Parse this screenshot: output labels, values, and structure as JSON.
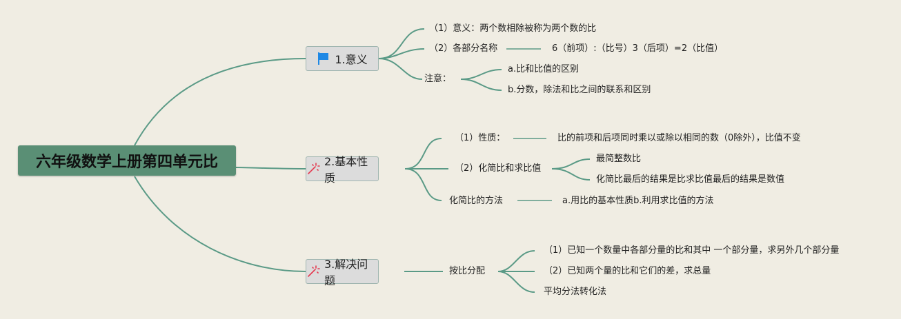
{
  "root": {
    "title": "六年级数学上册第四单元比"
  },
  "branches": [
    {
      "label": "1.意义",
      "icon": "flag-icon",
      "items": {
        "meaning": "（1）意义：两个数相除被称为两个数的比",
        "parts_name": "（2）各部分名称",
        "parts_detail": "6（前项）:（比号）3（后项）=2（比值）",
        "note": "注意：",
        "note_a": "a.比和比值的区别",
        "note_b": "b.分数，除法和比之间的联系和区别"
      }
    },
    {
      "label": "2.基本性质",
      "icon": "sparkle-icon",
      "items": {
        "property": "（1）性质：",
        "property_detail": "比的前项和后项同时乘以或除以相同的数（0除外），比值不变",
        "simplify": "（2）化简比和求比值",
        "simplify_a": "最简整数比",
        "simplify_b": "化简比最后的结果是比求比值最后的结果是数值",
        "method": "化简比的方法",
        "method_detail": "a.用比的基本性质b.利用求比值的方法"
      }
    },
    {
      "label": "3.解决问题",
      "icon": "sparkle-icon",
      "items": {
        "by_ratio": "按比分配",
        "case1": "（1）已知一个数量中各部分量的比和其中 一个部分量，求另外几个部分量",
        "case2": "（2）已知两个量的比和它们的差，求总量",
        "case3": "平均分法转化法"
      }
    }
  ],
  "colors": {
    "background": "#f0ede3",
    "root": "#5a8f75",
    "connector": "#5a9a86",
    "branch_bg": "#dcdcdc",
    "flag": "#1e88e5",
    "sparkle": "#e53950"
  }
}
